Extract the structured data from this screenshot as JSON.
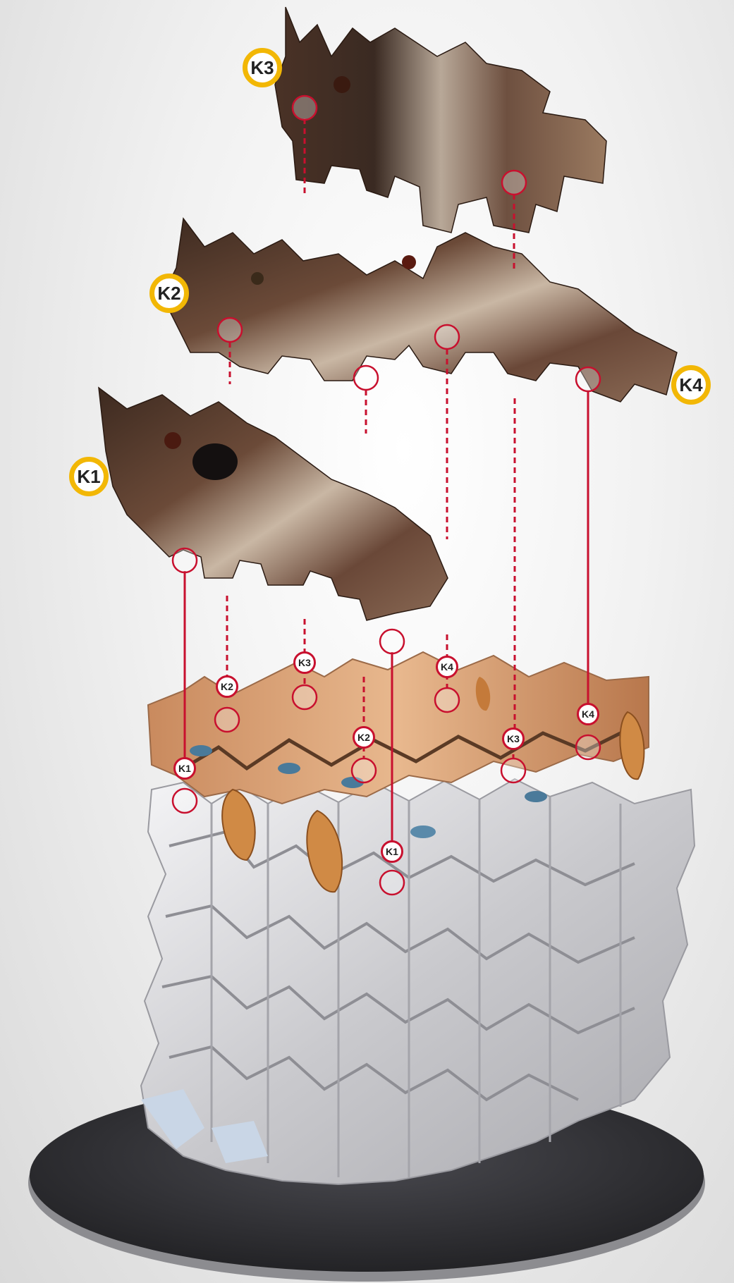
{
  "strip_labels": {
    "k1": "K1",
    "k2": "K2",
    "k3": "K3",
    "k4": "K4"
  },
  "slot_labels": {
    "k1_left": "K1",
    "k2_left": "K2",
    "k3_mid": "K3",
    "k4_mid": "K4",
    "k2_mid": "K2",
    "k3_right": "K3",
    "k4_right": "K4",
    "k1_center": "K1"
  },
  "colors": {
    "badge_ring": "#f2b705",
    "connector": "#c8102e",
    "base_disc": "#3a3a3e",
    "frame_white": "#dcdcde",
    "fur_dark": "#5a3a2a",
    "fur_light": "#b09080",
    "skin": "#d9a27a"
  },
  "icons": {
    "slot_marker": "half-filled-circle-icon"
  }
}
